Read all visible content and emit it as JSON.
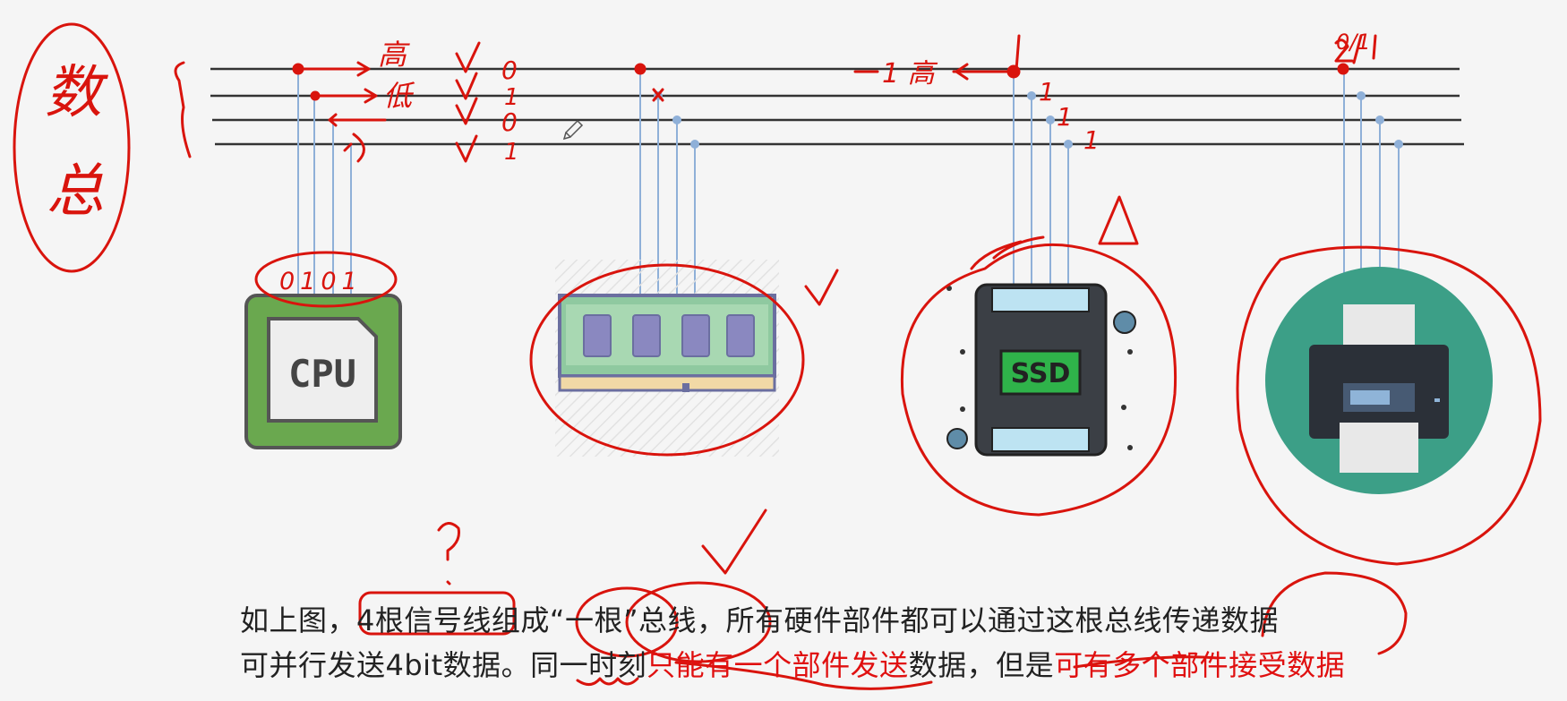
{
  "diagram": {
    "components": [
      {
        "name": "cpu",
        "label": "CPU"
      },
      {
        "name": "memory",
        "label": ""
      },
      {
        "name": "ssd",
        "label": "SSD"
      },
      {
        "name": "printer",
        "label": ""
      }
    ],
    "annotations": {
      "left_circle_chars": [
        "数",
        "总"
      ],
      "cpu_line_labels": [
        "高",
        "低"
      ],
      "bit_values": [
        "0",
        "1",
        "0",
        "1"
      ],
      "cpu_bits": "0101",
      "ssd_side_label": "1 高",
      "ssd_line_values": [
        "1",
        "1",
        "1"
      ],
      "printer_label": "0/1",
      "question_mark": "?"
    }
  },
  "caption": {
    "line1": {
      "p1": "如上图，",
      "p2": "4根信号线组成“一根”总线，所有硬件部件都可以通过这根总线传递数据"
    },
    "line2": {
      "p1": "可并行发送4bit数据。同一时刻",
      "p2": "只能有一个部件发送",
      "p3": "数据，但是",
      "p4": "可有多个部件接受数据"
    }
  }
}
